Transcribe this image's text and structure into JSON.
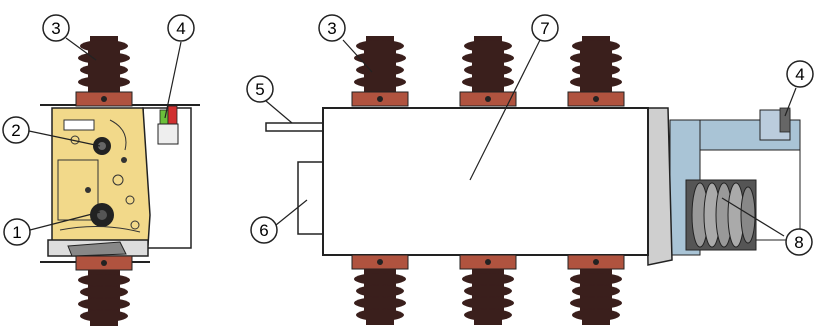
{
  "callouts": [
    {
      "id": "c1",
      "label": "1"
    },
    {
      "id": "c2",
      "label": "2"
    },
    {
      "id": "c3a",
      "label": "3"
    },
    {
      "id": "c4a",
      "label": "4"
    },
    {
      "id": "c3b",
      "label": "3"
    },
    {
      "id": "c7",
      "label": "7"
    },
    {
      "id": "c5",
      "label": "5"
    },
    {
      "id": "c4b",
      "label": "4"
    },
    {
      "id": "c6",
      "label": "6"
    },
    {
      "id": "c8",
      "label": "8"
    }
  ],
  "colors": {
    "insulator": "#3a1f1c",
    "insulator_ring": "#b0533f",
    "mechanism_plate": "#f2d98a",
    "body_fill": "#ffffff",
    "outline": "#222222",
    "drive_blue": "#a9c4d6",
    "gray_flange": "#cfcfcf"
  }
}
